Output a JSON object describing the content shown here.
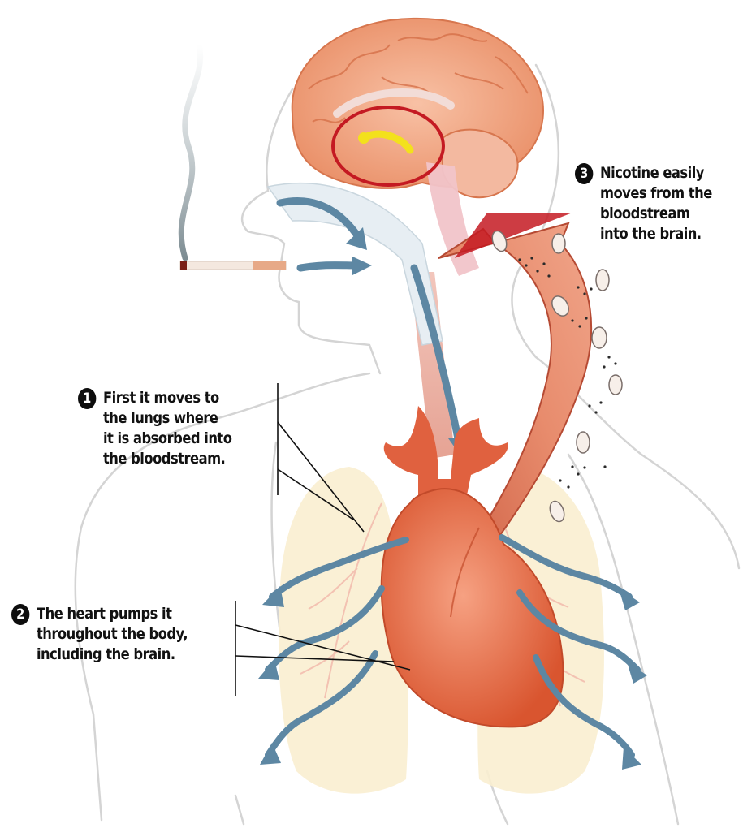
{
  "callouts": [
    {
      "number": "1",
      "lines": [
        "First it moves to",
        "the lungs where",
        "it is absorbed into",
        "the bloodstream."
      ]
    },
    {
      "number": "2",
      "lines": [
        "The heart pumps it",
        "throughout the body,",
        "including the brain."
      ]
    },
    {
      "number": "3",
      "lines": [
        "Nicotine easily",
        "moves from the",
        "bloodstream",
        "into the brain."
      ]
    }
  ],
  "colors": {
    "outline": "#d4d4d4",
    "brain": "#efa27c",
    "heart": "#e0613f",
    "airway_arrow": "#5d87a3",
    "big_arrow": "#d96a4a",
    "highlight_ring": "#c41a22",
    "reward_pathway": "#f3e11c",
    "lungs": "#f9eed0"
  }
}
